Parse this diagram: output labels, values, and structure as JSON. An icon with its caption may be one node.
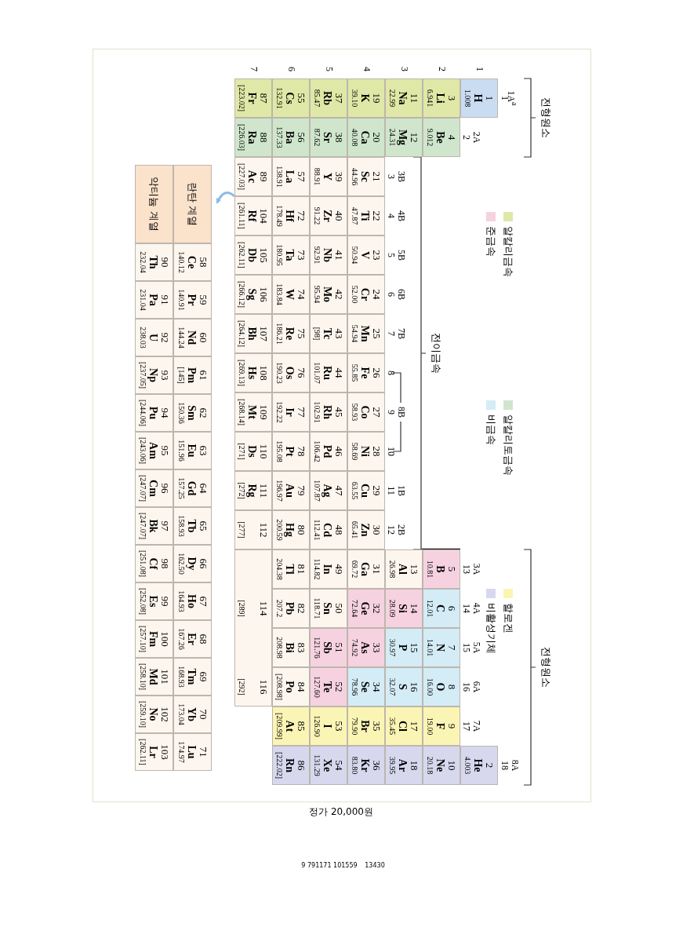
{
  "diagram": {
    "nodes": [
      {
        "text": [
          "1",
          "H",
          "1.008"
        ]
      },
      {
        "text": [
          "2",
          "He",
          "4.003"
        ]
      },
      {
        "text": [
          "3",
          "Li",
          "6.941"
        ]
      },
      {
        "text": [
          "4",
          "Be",
          "9.012"
        ]
      },
      {
        "text": [
          "5",
          "B",
          "10.81"
        ]
      },
      {
        "text": [
          "6",
          "C",
          "12.01"
        ]
      },
      {
        "text": [
          "7",
          "N",
          "14.01"
        ]
      },
      {
        "text": [
          "8",
          "O",
          "16.00"
        ]
      },
      {
        "text": [
          "9",
          "F",
          "19.00"
        ]
      },
      {
        "text": [
          "10",
          "Ne",
          "20.18"
        ]
      },
      {
        "text": [
          "11",
          "Na",
          "22.99"
        ]
      },
      {
        "text": [
          "12",
          "Mg",
          "24.31"
        ]
      },
      {
        "text": [
          "13",
          "Al",
          "26.98"
        ]
      },
      {
        "text": [
          "14",
          "Si",
          "28.09"
        ]
      },
      {
        "text": [
          "15",
          "P",
          "30.97"
        ]
      },
      {
        "text": [
          "16",
          "S",
          "32.07"
        ]
      },
      {
        "text": [
          "17",
          "Cl",
          "35.45"
        ]
      },
      {
        "text": [
          "18",
          "Ar",
          "39.95"
        ]
      },
      {
        "text": [
          "19",
          "K",
          "39.10"
        ]
      },
      {
        "text": [
          "20",
          "Ca",
          "40.08"
        ]
      },
      {
        "text": [
          "21",
          "Sc",
          "44.96"
        ]
      },
      {
        "text": [
          "22",
          "Ti",
          "47.87"
        ]
      },
      {
        "text": [
          "23",
          "V",
          "50.94"
        ]
      },
      {
        "text": [
          "24",
          "Cr",
          "52.00"
        ]
      },
      {
        "text": [
          "25",
          "Mn",
          "54.94"
        ]
      },
      {
        "text": [
          "26",
          "Fe",
          "55.85"
        ]
      },
      {
        "text": [
          "27",
          "Co",
          "58.93"
        ]
      },
      {
        "text": [
          "28",
          "Ni",
          "58.69"
        ]
      },
      {
        "text": [
          "29",
          "Cu",
          "63.55"
        ]
      },
      {
        "text": [
          "30",
          "Zn",
          "65.41"
        ]
      },
      {
        "text": [
          "31",
          "Ga",
          "69.72"
        ]
      },
      {
        "text": [
          "32",
          "Ge",
          "72.64"
        ]
      },
      {
        "text": [
          "33",
          "As",
          "74.92"
        ]
      },
      {
        "text": [
          "34",
          "Se",
          "78.96"
        ]
      },
      {
        "text": [
          "35",
          "Br",
          "79.90"
        ]
      },
      {
        "text": [
          "36",
          "Kr",
          "83.80"
        ]
      },
      {
        "text": [
          "37",
          "Rb",
          "85.47"
        ]
      },
      {
        "text": [
          "38",
          "Sr",
          "87.62"
        ]
      },
      {
        "text": [
          "39",
          "Y",
          "88.91"
        ]
      },
      {
        "text": [
          "40",
          "Zr",
          "91.22"
        ]
      },
      {
        "text": [
          "41",
          "Nb",
          "92.91"
        ]
      },
      {
        "text": [
          "42",
          "Mo",
          "95.94"
        ]
      },
      {
        "text": [
          "43",
          "Tc",
          "[98]"
        ]
      },
      {
        "text": [
          "44",
          "Ru",
          "101.07"
        ]
      },
      {
        "text": [
          "45",
          "Rh",
          "102.91"
        ]
      },
      {
        "text": [
          "46",
          "Pd",
          "106.42"
        ]
      },
      {
        "text": [
          "47",
          "Ag",
          "107.87"
        ]
      },
      {
        "text": [
          "48",
          "Cd",
          "112.41"
        ]
      },
      {
        "text": [
          "49",
          "In",
          "114.82"
        ]
      },
      {
        "text": [
          "50",
          "Sn",
          "118.71"
        ]
      },
      {
        "text": [
          "51",
          "Sb",
          "121.76"
        ]
      },
      {
        "text": [
          "52",
          "Te",
          "127.60"
        ]
      },
      {
        "text": [
          "53",
          "I",
          "126.90"
        ]
      },
      {
        "text": [
          "54",
          "Xe",
          "131.29"
        ]
      },
      {
        "text": [
          "55",
          "Cs",
          "132.91"
        ]
      },
      {
        "text": [
          "56",
          "Ba",
          "137.33"
        ]
      },
      {
        "text": [
          "57",
          "La",
          "138.91"
        ]
      },
      {
        "text": [
          "72",
          "Hf",
          "178.49"
        ]
      },
      {
        "text": [
          "73",
          "Ta",
          "180.95"
        ]
      },
      {
        "text": [
          "74",
          "W",
          "183.84"
        ]
      },
      {
        "text": [
          "75",
          "Re",
          "186.21"
        ]
      },
      {
        "text": [
          "76",
          "Os",
          "190.23"
        ]
      },
      {
        "text": [
          "77",
          "Ir",
          "192.22"
        ]
      },
      {
        "text": [
          "78",
          "Pt",
          "195.08"
        ]
      },
      {
        "text": [
          "79",
          "Au",
          "196.97"
        ]
      },
      {
        "text": [
          "80",
          "Hg",
          "200.59"
        ]
      },
      {
        "text": [
          "81",
          "Tl",
          "204.38"
        ]
      },
      {
        "text": [
          "82",
          "Pb",
          "207.2"
        ]
      },
      {
        "text": [
          "83",
          "Bi",
          "208.98"
        ]
      },
      {
        "text": [
          "84",
          "Po",
          "[208.98]"
        ]
      },
      {
        "text": [
          "85",
          "At",
          "[209.99]"
        ]
      },
      {
        "text": [
          "86",
          "Rn",
          "[222.02]"
        ]
      },
      {
        "text": [
          "87",
          "Fr",
          "[223.02]"
        ]
      },
      {
        "text": [
          "88",
          "Ra",
          "[226.03]"
        ]
      },
      {
        "text": [
          "89",
          "Ac",
          "[227.03]"
        ]
      },
      {
        "text": [
          "104",
          "Rf",
          "[261.11]"
        ]
      },
      {
        "text": [
          "105",
          "Db",
          "[262.11]"
        ]
      },
      {
        "text": [
          "106",
          "Sg",
          "[266.12]"
        ]
      },
      {
        "text": [
          "107",
          "Bh",
          "[264.12]"
        ]
      },
      {
        "text": [
          "108",
          "Hs",
          "[269.13]"
        ]
      },
      {
        "text": [
          "109",
          "Mt",
          "[268.14]"
        ]
      },
      {
        "text": [
          "110",
          "Ds",
          "[271]"
        ]
      },
      {
        "text": [
          "111",
          "Rg",
          "[272]"
        ]
      },
      {
        "text": [
          "112",
          "[277]"
        ]
      },
      {
        "text": [
          "114",
          "[289]"
        ]
      },
      {
        "text": [
          "116",
          "[292]"
        ]
      },
      {
        "text": [
          "란탄 계열"
        ]
      },
      {
        "text": [
          "58",
          "Ce",
          "140.12"
        ]
      },
      {
        "text": [
          "59",
          "Pr",
          "140.91"
        ]
      },
      {
        "text": [
          "60",
          "Nd",
          "144.24"
        ]
      },
      {
        "text": [
          "61",
          "Pm",
          "[145]"
        ]
      },
      {
        "text": [
          "62",
          "Sm",
          "150.36"
        ]
      },
      {
        "text": [
          "63",
          "Eu",
          "151.96"
        ]
      },
      {
        "text": [
          "64",
          "Gd",
          "157.25"
        ]
      },
      {
        "text": [
          "65",
          "Tb",
          "158.93"
        ]
      },
      {
        "text": [
          "66",
          "Dy",
          "162.50"
        ]
      },
      {
        "text": [
          "67",
          "Ho",
          "164.93"
        ]
      },
      {
        "text": [
          "68",
          "Er",
          "167.26"
        ]
      },
      {
        "text": [
          "69",
          "Tm",
          "168.93"
        ]
      },
      {
        "text": [
          "70",
          "Yb",
          "173.04"
        ]
      },
      {
        "text": [
          "71",
          "Lu",
          "174.97"
        ]
      },
      {
        "text": [
          "악티늄 계열"
        ]
      },
      {
        "text": [
          "90",
          "Th",
          "232.04"
        ]
      },
      {
        "text": [
          "91",
          "Pa",
          "231.04"
        ]
      },
      {
        "text": [
          "92",
          "U",
          "238.03"
        ]
      },
      {
        "text": [
          "93",
          "Np",
          "[237.05]"
        ]
      },
      {
        "text": [
          "94",
          "Pu",
          "[244.06]"
        ]
      },
      {
        "text": [
          "95",
          "Am",
          "[243.06]"
        ]
      },
      {
        "text": [
          "96",
          "Cm",
          "[247.07]"
        ]
      },
      {
        "text": [
          "97",
          "Bk",
          "[247.07]"
        ]
      },
      {
        "text": [
          "98",
          "Cf",
          "[251.08]"
        ]
      },
      {
        "text": [
          "99",
          "Es",
          "[252.08]"
        ]
      },
      {
        "text": [
          "100",
          "Fm",
          "[257.10]"
        ]
      },
      {
        "text": [
          "101",
          "Md",
          "[258.10]"
        ]
      },
      {
        "text": [
          "102",
          "No",
          "[259.10]"
        ]
      },
      {
        "text": [
          "103",
          "Lr",
          "[262.11]"
        ]
      }
    ],
    "edges": [
      {
        "from": 74,
        "to": 86,
        "arrow": "to"
      }
    ],
    "labels": [
      "전형원소",
      "전이금속",
      "전형원소",
      "1A$^{a}$",
      "1",
      "2A",
      "2",
      "3B",
      "3",
      "4B",
      "4",
      "5B",
      "5",
      "6B",
      "6",
      "7B",
      "7",
      "8",
      "8B",
      "9",
      "10",
      "1B",
      "11",
      "2B",
      "12",
      "3A",
      "13",
      "4A",
      "14",
      "5A",
      "15",
      "6A",
      "16",
      "7A",
      "17",
      "8A",
      "18",
      "1",
      "2",
      "3",
      "4",
      "5",
      "6",
      "7",
      "정가 20,000원",
      "9 791171 101559",
      "13430"
    ],
    "legend": [
      {
        "text": "알칼리금속",
        "color": "#dfe8a6"
      },
      {
        "text": "알칼리토금속",
        "color": "#cfe6cc"
      },
      {
        "text": "할로겐",
        "color": "#fbf5b5"
      },
      {
        "text": "준금속",
        "color": "#f6d2e0"
      },
      {
        "text": "비금속",
        "color": "#d4ecf6"
      },
      {
        "text": "비활성기체",
        "color": "#d7d8ee"
      }
    ]
  }
}
